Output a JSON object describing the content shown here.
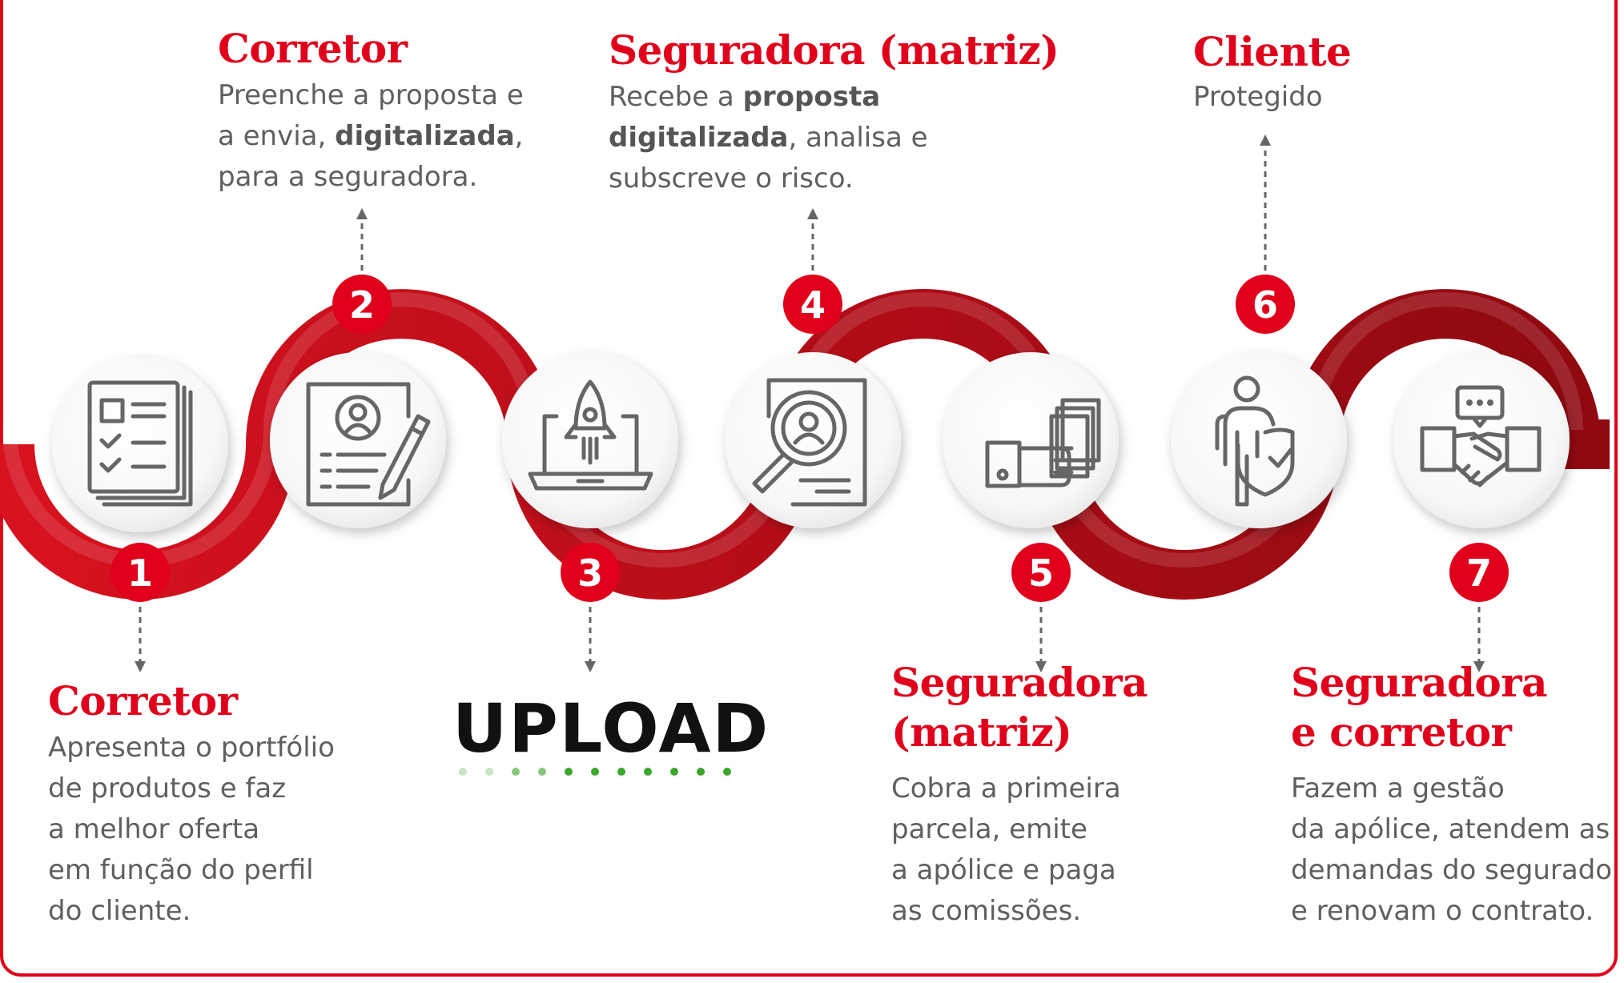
{
  "colors": {
    "accent": "#e0001b",
    "wave_dark": "#9c0a12",
    "icon_gray": "#666666",
    "text_gray": "#5f5f5f"
  },
  "steps": [
    {
      "number": "1",
      "title": "Corretor",
      "desc_html": "Apresenta o portfólio\nde produtos e faz\na melhor oferta\nem função do perfil\ndo cliente.",
      "icon": "documents-checklist-icon"
    },
    {
      "number": "2",
      "title": "Corretor",
      "desc_html": "Preenche a proposta e\na envia, <b>digitalizada</b>,\npara a seguradora.",
      "icon": "form-profile-pencil-icon"
    },
    {
      "number": "3",
      "title": "",
      "desc_html": "",
      "icon": "laptop-rocket-icon"
    },
    {
      "number": "4",
      "title": "Seguradora (matriz)",
      "desc_html": "Recebe a <b>proposta\ndigitalizada</b>, analisa e\nsubscreve o risco.",
      "icon": "document-magnifier-icon"
    },
    {
      "number": "5",
      "title": "Seguradora\n(matriz)",
      "desc_html": "Cobra a primeira\nparcela, emite\na apólice e paga\nas comissões.",
      "icon": "hand-money-icon"
    },
    {
      "number": "6",
      "title": "Cliente",
      "desc_html": "Protegido",
      "icon": "person-shield-icon"
    },
    {
      "number": "7",
      "title": "Seguradora\ne corretor",
      "desc_html": "Fazem a gestão\nda apólice, atendem as\ndemandas do segurado\ne renovam o contrato.",
      "icon": "handshake-chat-icon"
    }
  ],
  "logo": {
    "text": "UPLOAD"
  }
}
